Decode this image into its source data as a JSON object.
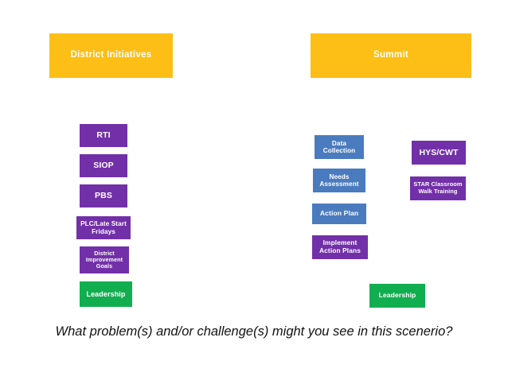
{
  "slide": {
    "background_color": "#ffffff",
    "caption": "What problem(s) and/or challenge(s) might you see in this scenerio?"
  },
  "colors": {
    "banner": "#FDBE15",
    "purple": "#7230A8",
    "blue": "#4A7BBE",
    "green": "#11AE4F",
    "text": "#ffffff",
    "caption_text": "#111111"
  },
  "banners": [
    {
      "id": "district",
      "label": "District Initiatives"
    },
    {
      "id": "summit",
      "label": "Summit"
    }
  ],
  "columns": {
    "district_initiatives": {
      "header": "District Initiatives",
      "items": [
        {
          "label": "RTI",
          "color": "purple"
        },
        {
          "label": "SIOP",
          "color": "purple"
        },
        {
          "label": "PBS",
          "color": "purple"
        },
        {
          "label": "PLC/Late Start Fridays",
          "color": "purple"
        },
        {
          "label": "District Improvement Goals",
          "color": "purple"
        },
        {
          "label": "Leadership",
          "color": "green"
        }
      ]
    },
    "summit_process": {
      "header": "Summit",
      "items": [
        {
          "label": "Data Collection",
          "color": "blue"
        },
        {
          "label": "Needs Assessment",
          "color": "blue"
        },
        {
          "label": "Action Plan",
          "color": "blue"
        },
        {
          "label": "Implement Action Plans",
          "color": "purple"
        }
      ]
    },
    "summit_trainings": {
      "items": [
        {
          "label": "HYS/CWT",
          "color": "purple"
        },
        {
          "label": "STAR Classroom Walk Training",
          "color": "purple"
        },
        {
          "label": "Leadership",
          "color": "green"
        }
      ]
    }
  }
}
